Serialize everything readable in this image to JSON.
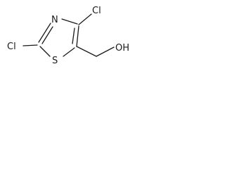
{
  "molecule": {
    "atom_labels": {
      "n": "N",
      "s": "S",
      "cl_left": "Cl",
      "cl_right": "Cl",
      "oh": "OH"
    }
  }
}
